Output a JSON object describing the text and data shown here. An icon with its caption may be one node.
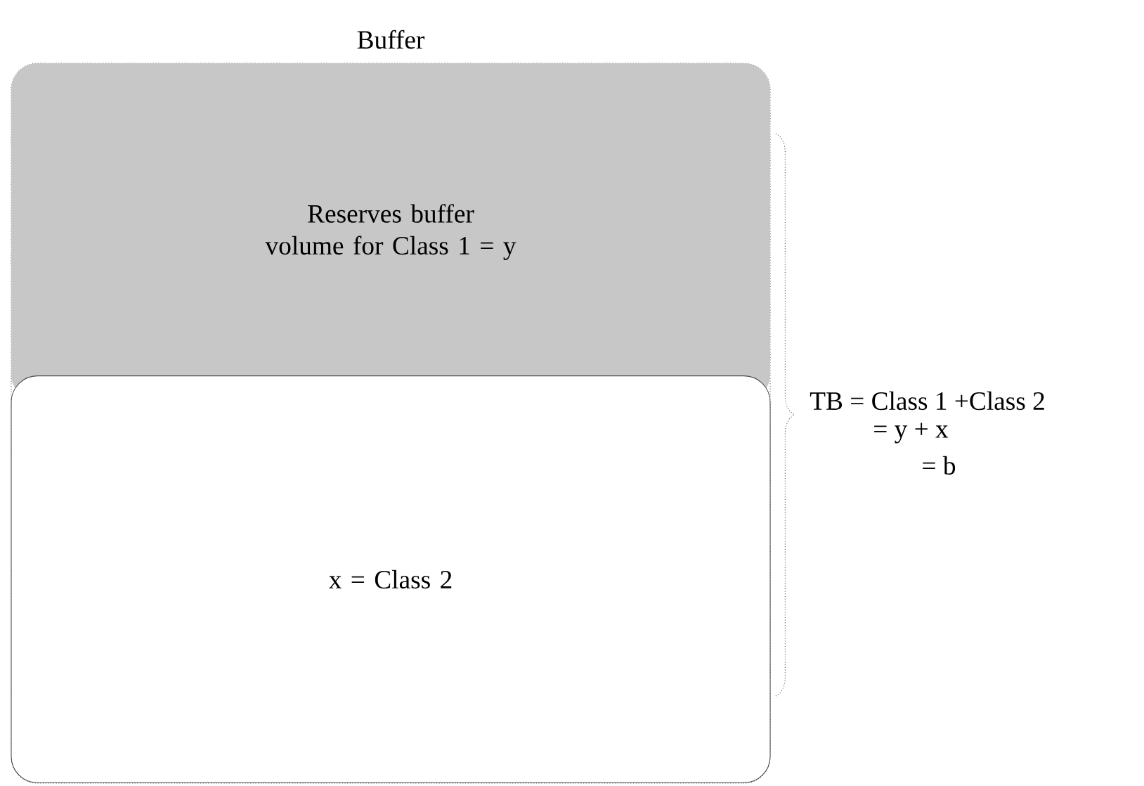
{
  "diagram": {
    "nodes": [
      {
        "text": [
          "Buffer"
        ]
      },
      {
        "text": [
          "Reserves buffer volume for Class 1 = y"
        ],
        "in": 0
      },
      {
        "text": [
          "x = Class 2"
        ],
        "in": 0
      }
    ],
    "labels": [
      "TB = Class 1 +Class 2",
      "= y + x",
      "= b"
    ]
  }
}
